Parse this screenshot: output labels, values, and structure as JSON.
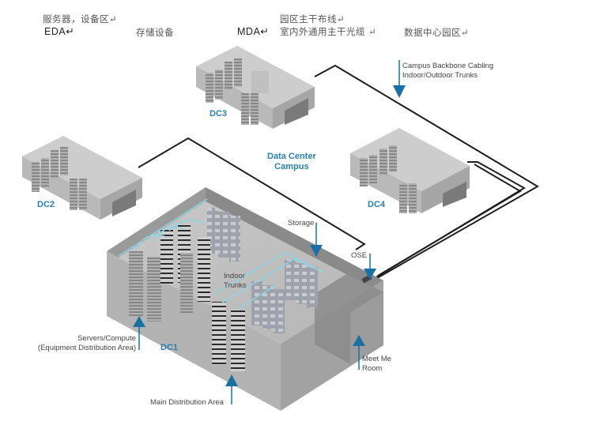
{
  "annotations_cn": {
    "eda_cn": "服务器，设备区↵",
    "eda_en": "EDA↵",
    "storage_cn": "存储设备",
    "mda_en": "MDA↵",
    "backbone_cn_line1": "园区主干布线↵",
    "backbone_cn_line2": "室内外通用主干光缆 ↵",
    "campus_cn": "数据中心园区↵"
  },
  "diagram": {
    "campus_title_line1": "Data Center",
    "campus_title_line2": "Campus",
    "buildings": [
      {
        "id": "DC1",
        "label": "DC1"
      },
      {
        "id": "DC2",
        "label": "DC2"
      },
      {
        "id": "DC3",
        "label": "DC3"
      },
      {
        "id": "DC4",
        "label": "DC4"
      }
    ],
    "callouts": {
      "backbone_line1": "Campus Backbone Cabling",
      "backbone_line2": "Indoor/Outdoor Trunks",
      "storage": "Storage",
      "ose": "OSE",
      "indoor_trunks_line1": "Indoor",
      "indoor_trunks_line2": "Trunks",
      "servers_line1": "Servers/Compute",
      "servers_line2": "(Equipment Distribution Area)",
      "meet_me_line1": "Meet Me",
      "meet_me_line2": "Room",
      "mda": "Main Distribution Area"
    },
    "colors": {
      "accent_blue": "#1a6fa3",
      "label_blue": "#2a7fb0",
      "cable": "#1e1e1e",
      "trunk": "#8fd3e0"
    }
  }
}
